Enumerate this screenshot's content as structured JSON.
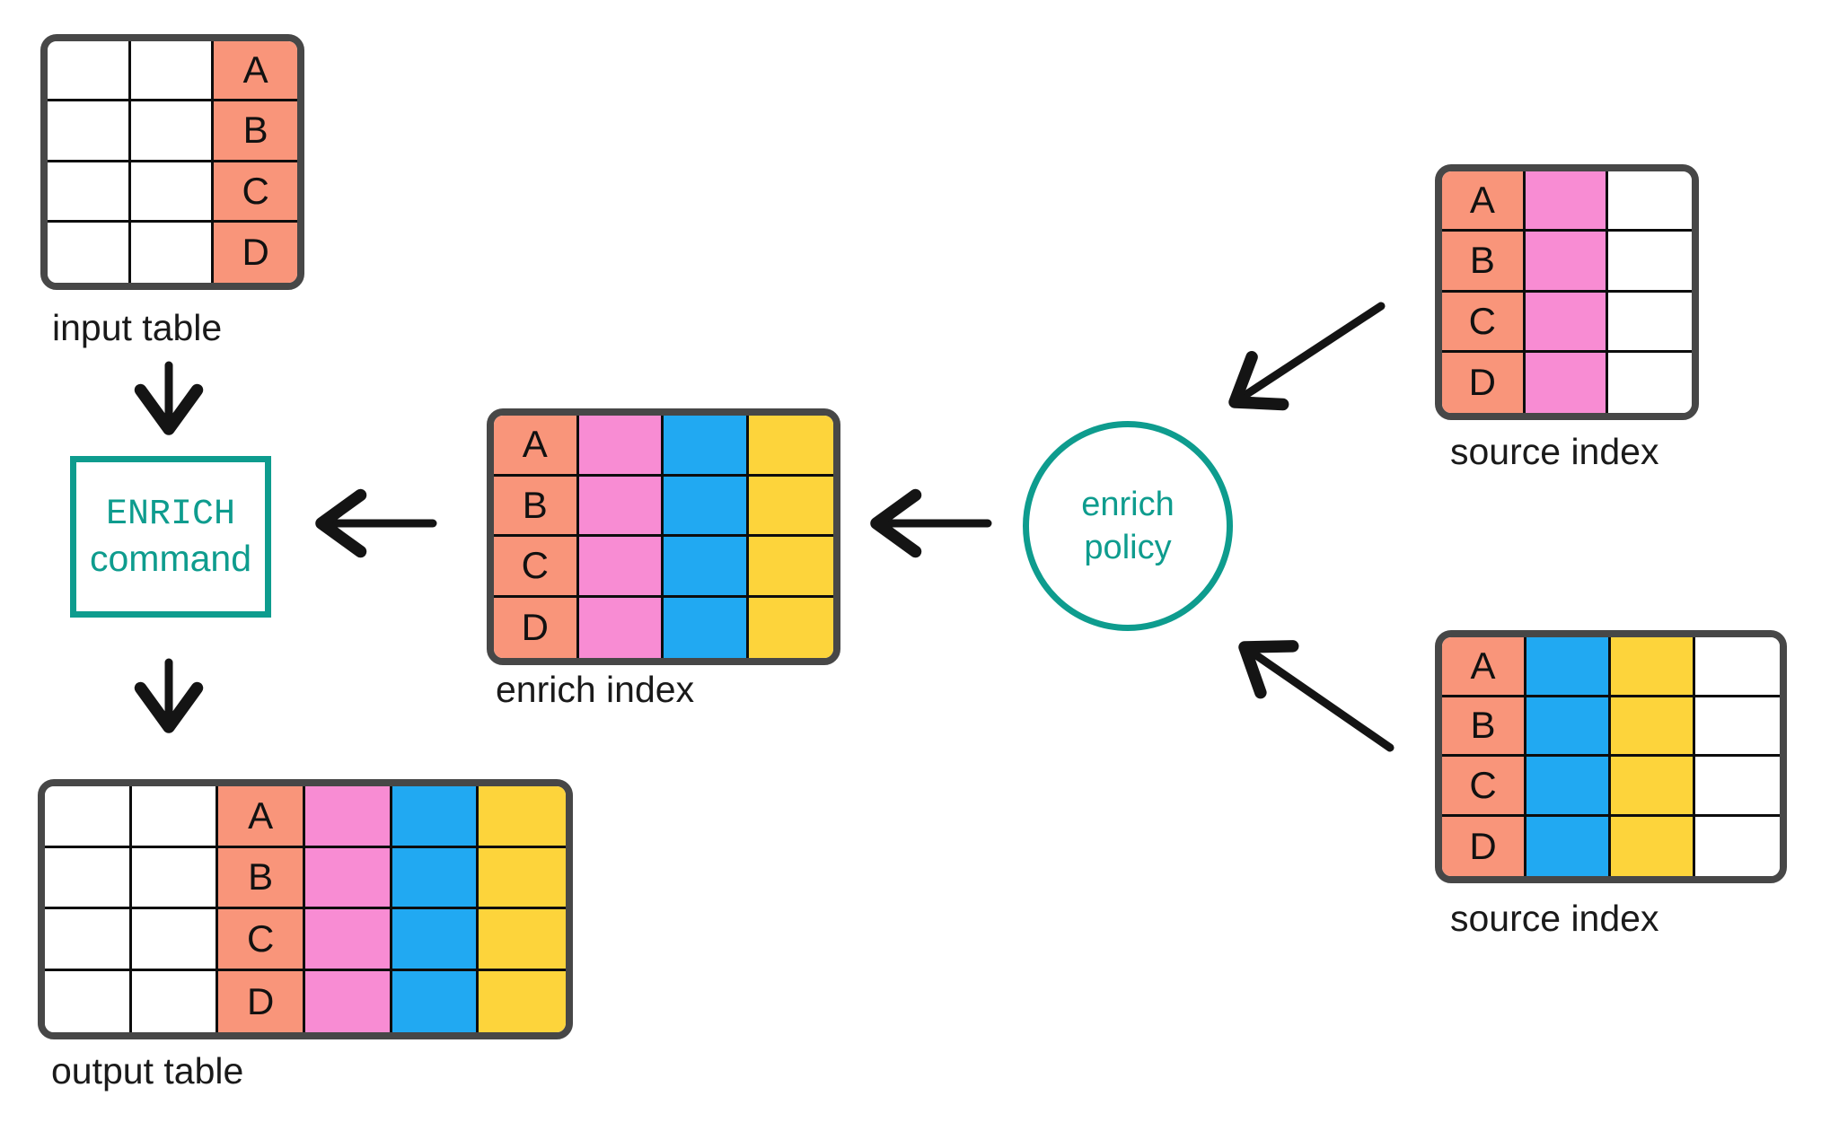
{
  "palette": {
    "white": "#ffffff",
    "salmon": "#f9957a",
    "pink": "#f88cd3",
    "blue": "#21a9f2",
    "yellow": "#fdd43b",
    "teal": "#0e9c8e",
    "table_border": "#474747",
    "grid_line": "#0d0d0d",
    "arrow": "#141414"
  },
  "row_labels": [
    "A",
    "B",
    "C",
    "D"
  ],
  "nodes": {
    "input_table": {
      "label": "input table",
      "columns": [
        {
          "color": "white",
          "letters": false
        },
        {
          "color": "white",
          "letters": false
        },
        {
          "color": "salmon",
          "letters": true
        }
      ]
    },
    "enrich_command": {
      "line1": "ENRICH",
      "line2": "command"
    },
    "output_table": {
      "label": "output table",
      "columns": [
        {
          "color": "white",
          "letters": false
        },
        {
          "color": "white",
          "letters": false
        },
        {
          "color": "salmon",
          "letters": true
        },
        {
          "color": "pink",
          "letters": false
        },
        {
          "color": "blue",
          "letters": false
        },
        {
          "color": "yellow",
          "letters": false
        }
      ]
    },
    "enrich_index": {
      "label": "enrich index",
      "columns": [
        {
          "color": "salmon",
          "letters": true
        },
        {
          "color": "pink",
          "letters": false
        },
        {
          "color": "blue",
          "letters": false
        },
        {
          "color": "yellow",
          "letters": false
        }
      ]
    },
    "enrich_policy": {
      "line1": "enrich",
      "line2": "policy"
    },
    "source_index_top": {
      "label": "source index",
      "columns": [
        {
          "color": "salmon",
          "letters": true
        },
        {
          "color": "pink",
          "letters": false
        },
        {
          "color": "white",
          "letters": false
        }
      ]
    },
    "source_index_bottom": {
      "label": "source index",
      "columns": [
        {
          "color": "salmon",
          "letters": true
        },
        {
          "color": "blue",
          "letters": false
        },
        {
          "color": "yellow",
          "letters": false
        },
        {
          "color": "white",
          "letters": false
        }
      ]
    }
  }
}
